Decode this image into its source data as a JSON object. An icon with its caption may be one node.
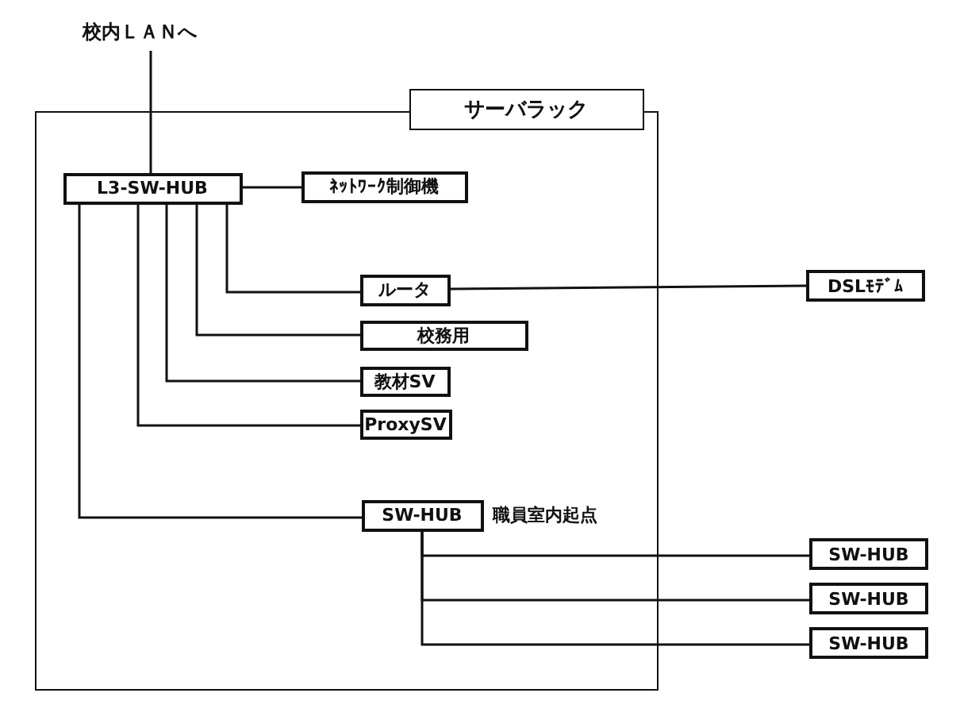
{
  "diagram": {
    "nodes": [
      {
        "text": [
          "サーバラック"
        ]
      },
      {
        "text": [
          "校内ＬＡＮへ"
        ]
      },
      {
        "text": [
          "L3-SW-HUB"
        ],
        "in": 0
      },
      {
        "text": [
          "ﾈｯﾄﾜｰｸ制御機"
        ],
        "in": 0
      },
      {
        "text": [
          "ルータ"
        ],
        "in": 0
      },
      {
        "text": [
          "校務用"
        ],
        "in": 0
      },
      {
        "text": [
          "教材SV"
        ],
        "in": 0
      },
      {
        "text": [
          "ProxySV"
        ],
        "in": 0
      },
      {
        "text": [
          "SW-HUB"
        ],
        "in": 0,
        "beside": [
          "職員室内起点"
        ]
      },
      {
        "text": [
          "DSLﾓﾃﾞﾑ"
        ]
      },
      {
        "text": [
          "SW-HUB"
        ]
      },
      {
        "text": [
          "SW-HUB"
        ]
      },
      {
        "text": [
          "SW-HUB"
        ]
      }
    ],
    "edges": [
      {
        "from": 1,
        "to": 2,
        "arrow": "none"
      },
      {
        "from": 2,
        "to": 3,
        "arrow": "none"
      },
      {
        "from": 2,
        "to": 4,
        "arrow": "none"
      },
      {
        "from": 2,
        "to": 5,
        "arrow": "none"
      },
      {
        "from": 2,
        "to": 6,
        "arrow": "none"
      },
      {
        "from": 2,
        "to": 7,
        "arrow": "none"
      },
      {
        "from": 2,
        "to": 8,
        "arrow": "none"
      },
      {
        "from": 4,
        "to": 9,
        "arrow": "none"
      },
      {
        "from": 8,
        "to": 10,
        "arrow": "none"
      },
      {
        "from": 8,
        "to": 11,
        "arrow": "none"
      },
      {
        "from": 8,
        "to": 12,
        "arrow": "none"
      }
    ]
  }
}
